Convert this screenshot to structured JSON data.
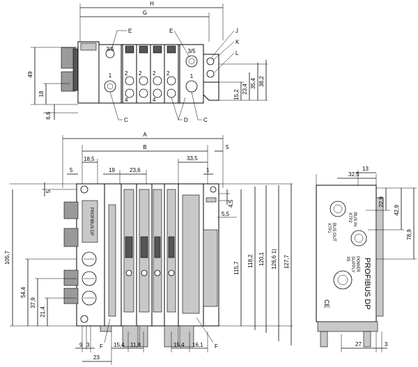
{
  "top_view": {
    "dim_H": "H",
    "dim_G": "G",
    "dim_49": "49",
    "dim_18": "18",
    "dim_6_6": "6,6",
    "dim_15_2": "15,2",
    "dim_23_4": "23,4",
    "dim_35_4": "35,4",
    "dim_38_2": "38,2",
    "callout_E_left": "E",
    "callout_E_right": "E",
    "callout_J": "J",
    "callout_K": "K",
    "callout_L": "L",
    "callout_C_left": "C",
    "callout_C_right": "C",
    "callout_D": "D",
    "port_3_5_left": "3/5",
    "port_3_5_right": "3/5",
    "port_1_left": "1",
    "port_1_right": "1",
    "port_2": "2",
    "port_4": "4"
  },
  "front_view": {
    "dim_A": "A",
    "dim_B": "B",
    "dim_5_top": "5",
    "dim_18_5": "18,5",
    "dim_19": "19",
    "dim_23_6": "23,6",
    "dim_33_5": "33,5",
    "dim_1": "1",
    "dim_5_left": "5",
    "dim_5_side": "5",
    "dim_4_5": "4,5",
    "dim_5_5": "5,5",
    "dim_105_7": "105,7",
    "dim_54_4": "54,4",
    "dim_37_9": "37,9",
    "dim_21_4": "21,4",
    "dim_115_7": "115,7",
    "dim_118_2": "118,2",
    "dim_120_1": "120,1",
    "dim_126_6": "126,6  1)",
    "dim_127_7": "127,7",
    "dim_9": "9",
    "dim_3": "3",
    "dim_15_4_a": "15,4",
    "dim_11_8": "11,8",
    "dim_15_4_b": "15,4",
    "dim_16_1": "16,1",
    "dim_23": "23",
    "callout_F_left": "F",
    "callout_F_right": "F",
    "module_text": "PROFIBUS DP"
  },
  "side_view": {
    "dim_32_5": "32,5",
    "dim_13": "13",
    "dim_22_9": "22,9",
    "dim_42_9": "42,9",
    "dim_78_9": "78,9",
    "dim_27": "27",
    "dim_3": "3",
    "label_bus_in": "BUS IN",
    "label_x7p2": "X7P2",
    "label_bus_out": "BUS OUT",
    "label_x7p1": "X7P1",
    "label_power": "POWER",
    "label_supply": "SUPPLY",
    "label_x5": "X5",
    "label_brand": "PROFIBUS DP",
    "label_ce": "CE"
  }
}
